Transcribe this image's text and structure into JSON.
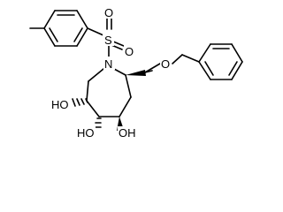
{
  "molecule": {
    "atoms": {
      "sulfur": "S",
      "sulfonyl_oxygen_top": "O",
      "sulfonyl_oxygen_bottom": "O",
      "ring_nitrogen": "N",
      "ether_oxygen": "O",
      "hydroxyl_left": "HO",
      "hydroxyl_bottom_left": "HO",
      "hydroxyl_bottom_right": "OH"
    }
  }
}
